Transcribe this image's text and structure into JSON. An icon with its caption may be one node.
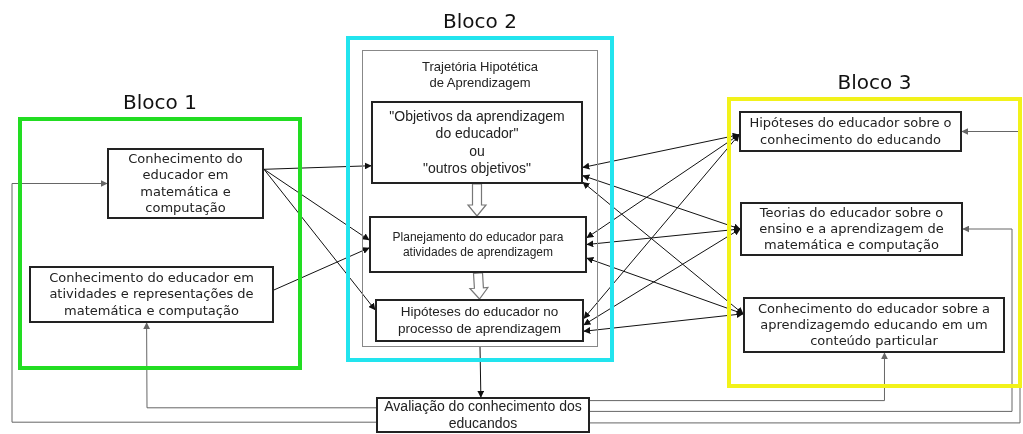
{
  "diagram": {
    "nodes": [
      {
        "text": [
          "Bloco 1"
        ]
      },
      {
        "text": [
          "Conhecimento do educador em matemática e computação"
        ],
        "in": 0
      },
      {
        "text": [
          "Conhecimento do educador em atividades e representações de matemática e computação"
        ],
        "in": 0
      },
      {
        "text": [
          "Bloco 2"
        ]
      },
      {
        "text": [
          "Trajetória Hipotética de Aprendizagem"
        ],
        "in": 3
      },
      {
        "text": [
          "\"Objetivos da aprendizagem do educador\"",
          "ou",
          "\"outros objetivos\""
        ],
        "in": 4
      },
      {
        "text": [
          "Planejamento do educador para atividades de aprendizagem"
        ],
        "in": 4
      },
      {
        "text": [
          "Hipóteses do educador no processo de aprendizagem"
        ],
        "in": 4
      },
      {
        "text": [
          "Bloco 3"
        ]
      },
      {
        "text": [
          "Hipóteses do educador sobre o conhecimento do educando"
        ],
        "in": 8
      },
      {
        "text": [
          "Teorias do educador sobre o ensino e a aprendizagem de matemática e computação"
        ],
        "in": 8
      },
      {
        "text": [
          "Conhecimento do educador sobre a aprendizagemdo educando em um conteúdo particular"
        ],
        "in": 8
      },
      {
        "text": [
          "Avaliação do conhecimento dos educandos"
        ]
      }
    ],
    "edges": [
      {
        "from": 1,
        "to": 5,
        "arrow": "to"
      },
      {
        "from": 1,
        "to": 6,
        "arrow": "to"
      },
      {
        "from": 1,
        "to": 7,
        "arrow": "to"
      },
      {
        "from": 2,
        "to": 6,
        "arrow": "to"
      },
      {
        "from": 5,
        "to": 6,
        "arrow": "to",
        "style": "thick"
      },
      {
        "from": 6,
        "to": 7,
        "arrow": "to",
        "style": "thick"
      },
      {
        "from": 9,
        "to": 5,
        "arrow": "both"
      },
      {
        "from": 9,
        "to": 6,
        "arrow": "both"
      },
      {
        "from": 9,
        "to": 7,
        "arrow": "both"
      },
      {
        "from": 10,
        "to": 5,
        "arrow": "both"
      },
      {
        "from": 10,
        "to": 6,
        "arrow": "both"
      },
      {
        "from": 10,
        "to": 7,
        "arrow": "both"
      },
      {
        "from": 11,
        "to": 5,
        "arrow": "both"
      },
      {
        "from": 11,
        "to": 6,
        "arrow": "both"
      },
      {
        "from": 11,
        "to": 7,
        "arrow": "both"
      },
      {
        "from": 4,
        "to": 12,
        "arrow": "to"
      },
      {
        "from": 12,
        "to": 2,
        "arrow": "to",
        "color": "#666666"
      },
      {
        "from": 12,
        "to": 1,
        "arrow": "to",
        "color": "#666666"
      },
      {
        "from": 12,
        "to": 11,
        "arrow": "to",
        "color": "#666666"
      },
      {
        "from": 12,
        "to": 10,
        "arrow": "to",
        "color": "#666666"
      },
      {
        "from": 12,
        "to": 9,
        "arrow": "to",
        "color": "#666666"
      }
    ]
  }
}
